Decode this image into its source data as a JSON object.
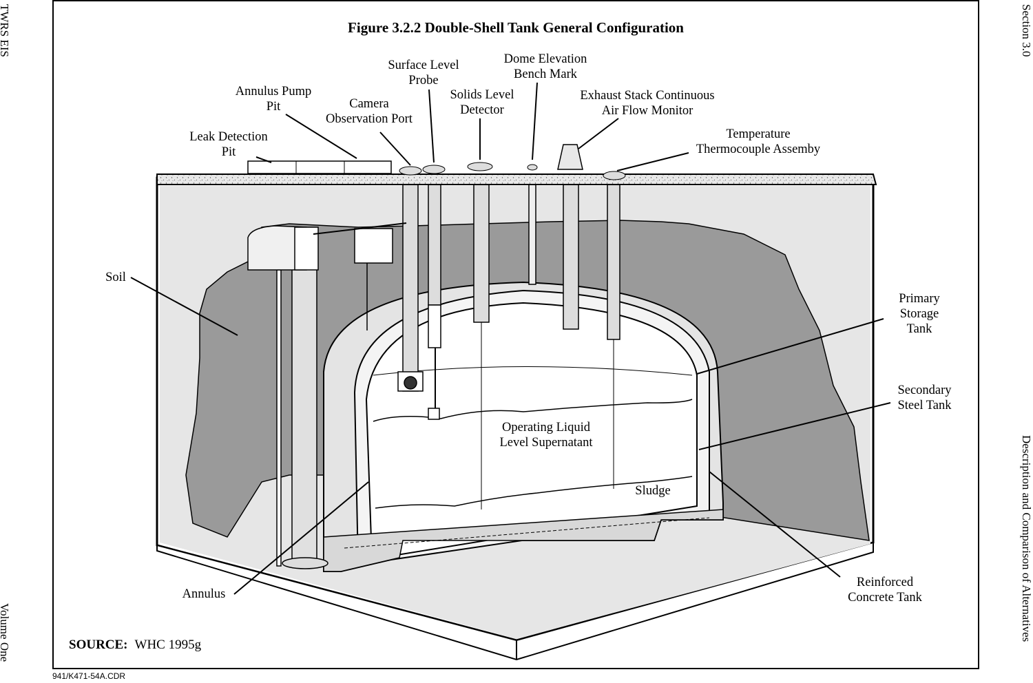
{
  "margin": {
    "left_top": "TWRS EIS",
    "left_bottom": "Volume One",
    "right_top": "Section 3.0",
    "right_bottom": "Description and Comparison of Alternatives"
  },
  "figure": {
    "title": "Figure 3.2.2  Double-Shell Tank General Configuration",
    "source_label": "SOURCE:",
    "source_value": "WHC 1995g",
    "file_code": "941/K471-54A.CDR"
  },
  "labels": {
    "leak_detection_pit": [
      "Leak Detection",
      "Pit"
    ],
    "annulus_pump_pit": [
      "Annulus Pump",
      "Pit"
    ],
    "camera_observation_port": [
      "Camera",
      "Observation Port"
    ],
    "surface_level_probe": [
      "Surface Level",
      "Probe"
    ],
    "solids_level_detector": [
      "Solids Level",
      "Detector"
    ],
    "dome_elevation_bench_mark": [
      "Dome Elevation",
      "Bench Mark"
    ],
    "exhaust_stack": [
      "Exhaust Stack Continuous",
      "Air Flow Monitor"
    ],
    "temperature_thermocouple": [
      "Temperature",
      "Thermocouple Assemby"
    ],
    "soil": "Soil",
    "primary_storage_tank": [
      "Primary",
      "Storage",
      "Tank"
    ],
    "secondary_steel_tank": [
      "Secondary",
      "Steel Tank"
    ],
    "operating_liquid_level": [
      "Operating Liquid",
      "Level Supernatant"
    ],
    "sludge": "Sludge",
    "annulus": "Annulus",
    "reinforced_concrete_tank": [
      "Reinforced",
      "Concrete Tank"
    ]
  },
  "colors": {
    "soil": "#9a9a9a",
    "concrete": "#e4e4e4",
    "line": "#000000"
  }
}
